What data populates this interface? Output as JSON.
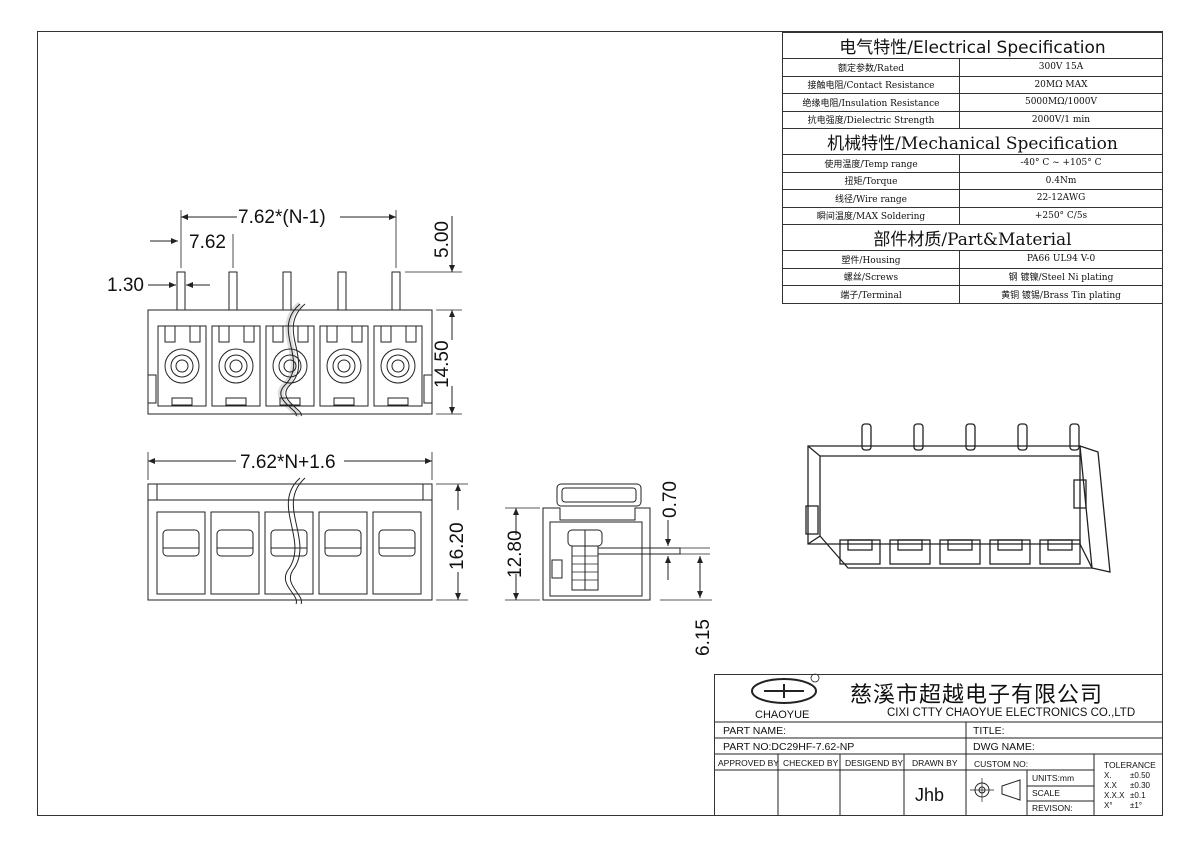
{
  "spec": {
    "electrical_title": "电气特性/Electrical Specification",
    "electrical": [
      {
        "label": "额定参数/Rated",
        "value": "300V  15A"
      },
      {
        "label": "接触电阻/Contact Resistance",
        "value": "20MΩ MAX"
      },
      {
        "label": "绝缘电阻/Insulation Resistance",
        "value": "5000MΩ/1000V"
      },
      {
        "label": "抗电强度/Dielectric Strength",
        "value": "2000V/1 min"
      }
    ],
    "mechanical_title": "机械特性/Mechanical Specification",
    "mechanical": [
      {
        "label": "使用温度/Temp range",
        "value": "-40° C ~ +105° C"
      },
      {
        "label": "扭矩/Torque",
        "value": "0.4Nm"
      },
      {
        "label": "线径/Wire range",
        "value": "22-12AWG"
      },
      {
        "label": "瞬间温度/MAX Soldering",
        "value": "+250° C/5s"
      }
    ],
    "material_title": "部件材质/Part&Material",
    "material": [
      {
        "label": "塑件/Housing",
        "value": "PA66 UL94 V-0"
      },
      {
        "label": "螺丝/Screws",
        "value": "钢 镀镍/Steel Ni plating"
      },
      {
        "label": "端子/Terminal",
        "value": "黄铜 镀锡/Brass Tin  plating"
      }
    ]
  },
  "dims": {
    "pitch_total": "7.62*(N-1)",
    "pitch": "7.62",
    "pin_width": "1.30",
    "pin_length": "5.00",
    "body_height": "14.50",
    "body_length": "7.62*N+1.6",
    "front_height": "16.20",
    "side_height": "12.80",
    "side_offset": "0.70",
    "side_depth": "6.15"
  },
  "title_block": {
    "logo_text": "CHAOYUE",
    "company_cn": "慈溪市超越电子有限公司",
    "company_en": "CIXI CTTY CHAOYUE ELECTRONICS CO.,LTD",
    "part_name_label": "PART NAME:",
    "title_label": "TITLE:",
    "part_no": "PART NO:DC29HF-7.62-NP",
    "dwg_name_label": "DWG NAME:",
    "approved_by": "APPROVED BY",
    "checked_by": "CHECKED BY",
    "designed_by": "DESIGEND BY",
    "drawn_by": "DRAWN BY",
    "drawn_by_value": "Jhb",
    "custom_no": "CUSTOM NO:",
    "units": "UNITS:mm",
    "scale": "SCALE",
    "revision": "REVISON:",
    "tolerance_title": "TOLERANCE",
    "tolerance": [
      {
        "k": "X.",
        "v": "±0.50"
      },
      {
        "k": "X.X",
        "v": "±0.30"
      },
      {
        "k": "X.X.X",
        "v": "±0.1"
      },
      {
        "k": "X°",
        "v": "±1°"
      }
    ]
  }
}
